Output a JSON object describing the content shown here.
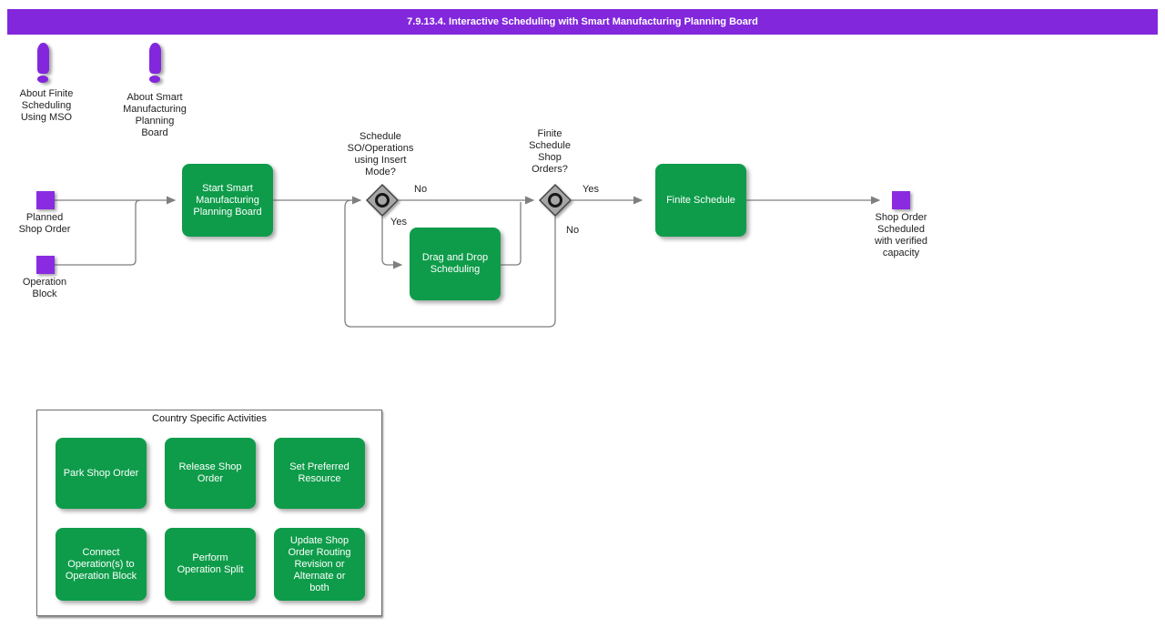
{
  "title": "7.9.13.4. Interactive Scheduling with Smart Manufacturing Planning Board",
  "colors": {
    "title_bar_purple": "#8227dc",
    "event_purple": "#8a2be2",
    "task_green": "#0e9c4a",
    "connector_gray": "#7f7f7f",
    "gateway_gray": "#a6a6a6"
  },
  "notes": {
    "about_finite": "About Finite\nScheduling\nUsing MSO",
    "about_smart": "About Smart\nManufacturing\nPlanning\nBoard"
  },
  "events": {
    "planned_shop_order": "Planned\nShop Order",
    "operation_block": "Operation\nBlock",
    "shop_order_scheduled": "Shop Order\nScheduled\nwith verified\ncapacity"
  },
  "tasks": {
    "start_smart": "Start Smart\nManufacturing\nPlanning Board",
    "drag_drop": "Drag and Drop\nScheduling",
    "finite_schedule": "Finite Schedule"
  },
  "gateways": {
    "schedule_insert_mode": "Schedule\nSO/Operations\nusing Insert\nMode?",
    "finite_schedule_shop_orders": "Finite\nSchedule\nShop\nOrders?"
  },
  "branches": {
    "insert_no": "No",
    "insert_yes": "Yes",
    "finite_yes": "Yes",
    "finite_no": "No"
  },
  "country": {
    "title": "Country Specific Activities",
    "activities": [
      "Park Shop Order",
      "Release Shop\nOrder",
      "Set Preferred\nResource",
      "Connect\nOperation(s) to\nOperation Block",
      "Perform\nOperation Split",
      "Update Shop\nOrder Routing\nRevision or\nAlternate or\nboth"
    ]
  }
}
